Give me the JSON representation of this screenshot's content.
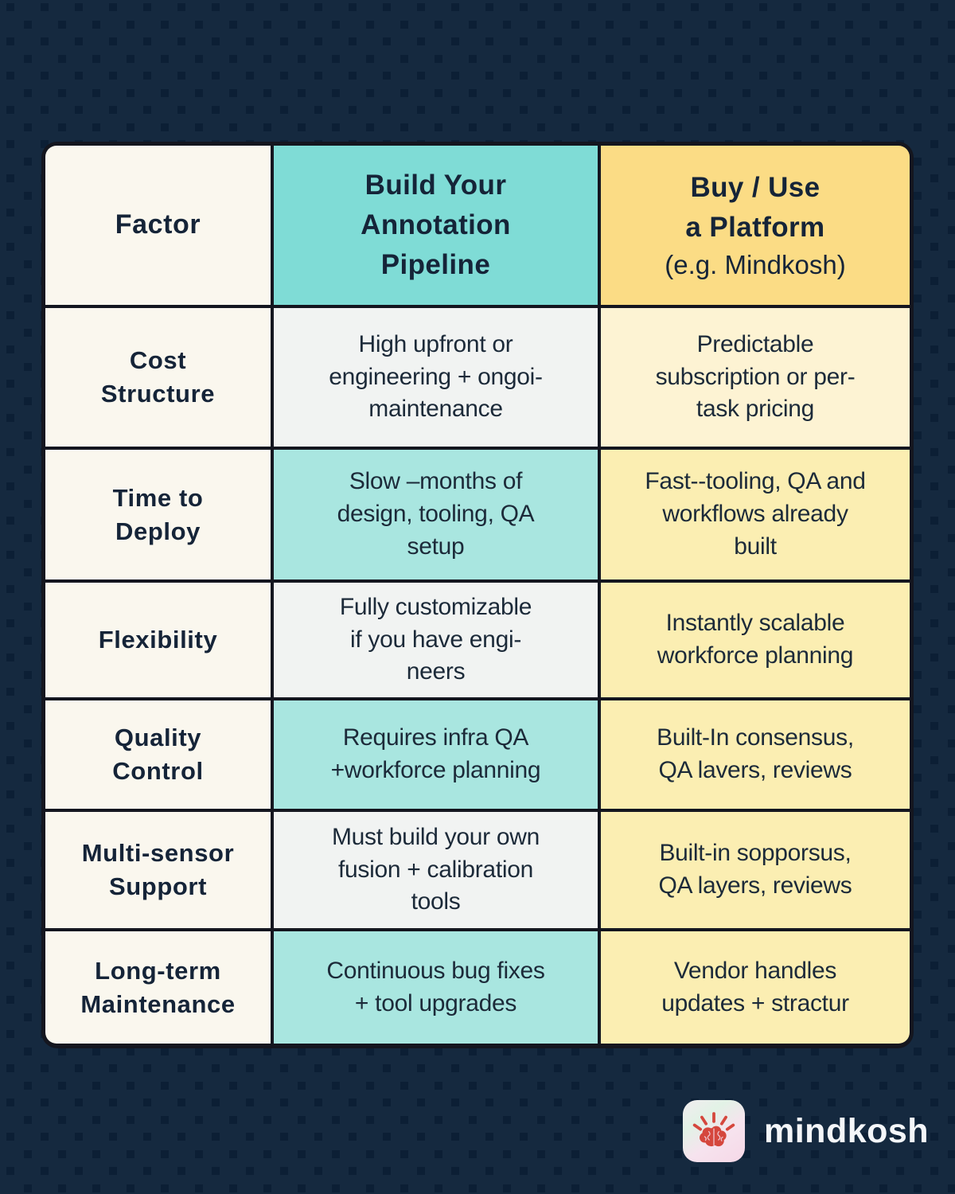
{
  "colors": {
    "bg": "#15293f",
    "dot": "#0c1f35",
    "border": "#14161f",
    "cream": "#faf7ee",
    "teal_header": "#7fdcd6",
    "yellow_header": "#fbdc85",
    "teal_cell": "#a9e6e0",
    "yellow_cell": "#fbeeb2",
    "pale_yellow_cell": "#fdf3d3",
    "white_cell": "#f1f3f2",
    "text_dark": "#152438",
    "cell_text": "#1c2a39",
    "brand_red": "#d5473d",
    "white_text": "#f4f6f9"
  },
  "table": {
    "header": {
      "factor": "Factor",
      "build": "Build Your\nAnnotation\nPipeline",
      "buy_title": "Buy / Use\na Platform",
      "buy_subtitle": "(e.g. Mindkosh)"
    },
    "rows": [
      {
        "factor": "Cost\nStructure",
        "build": "High upfront or\nengineering + ongoi-\nmaintenance",
        "buy": "Predictable\nsubscription or per-\ntask pricing"
      },
      {
        "factor": "Time to\nDeploy",
        "build": "Slow –months of\ndesign, tooling, QA\nsetup",
        "buy": "Fast--tooling, QA and\nworkflows already\nbuilt"
      },
      {
        "factor": "Flexibility",
        "build": "Fully customizable\nif you have engi-\nneers",
        "buy": "Instantly scalable\nworkforce planning"
      },
      {
        "factor": "Quality\nControl",
        "build": "Requires infra QA\n+workforce planning",
        "buy": "Built-In consensus,\nQA lavers, reviews"
      },
      {
        "factor": "Multi-sensor\nSupport",
        "build": "Must build your own\nfusion + calibration\ntools",
        "buy": "Built-in sopporsus,\nQA layers, reviews"
      },
      {
        "factor": "Long-term\nMaintenance",
        "build": "Continuous bug fixes\n+ tool upgrades",
        "buy": "Vendor handles\nupdates + stractur"
      }
    ]
  },
  "footer": {
    "brand": "mindkosh"
  },
  "chart_data": {
    "type": "table",
    "title": "Build Your Annotation Pipeline vs Buy / Use a Platform (e.g. Mindkosh)",
    "columns": [
      "Factor",
      "Build Your Annotation Pipeline",
      "Buy / Use a Platform (e.g. Mindkosh)"
    ],
    "rows": [
      [
        "Cost Structure",
        "High upfront or engineering + ongoi- maintenance",
        "Predictable subscription or per- task pricing"
      ],
      [
        "Time to Deploy",
        "Slow –months of design, tooling, QA setup",
        "Fast--tooling, QA and workflows already built"
      ],
      [
        "Flexibility",
        "Fully customizable if you have engi- neers",
        "Instantly scalable workforce planning"
      ],
      [
        "Quality Control",
        "Requires infra QA +workforce planning",
        "Built-In consensus, QA lavers, reviews"
      ],
      [
        "Multi-sensor Support",
        "Must build your own fusion + calibration tools",
        "Built-in sopporsus, QA layers, reviews"
      ],
      [
        "Long-term Maintenance",
        "Continuous bug fixes + tool upgrades",
        "Vendor handles updates + stractur"
      ]
    ]
  }
}
